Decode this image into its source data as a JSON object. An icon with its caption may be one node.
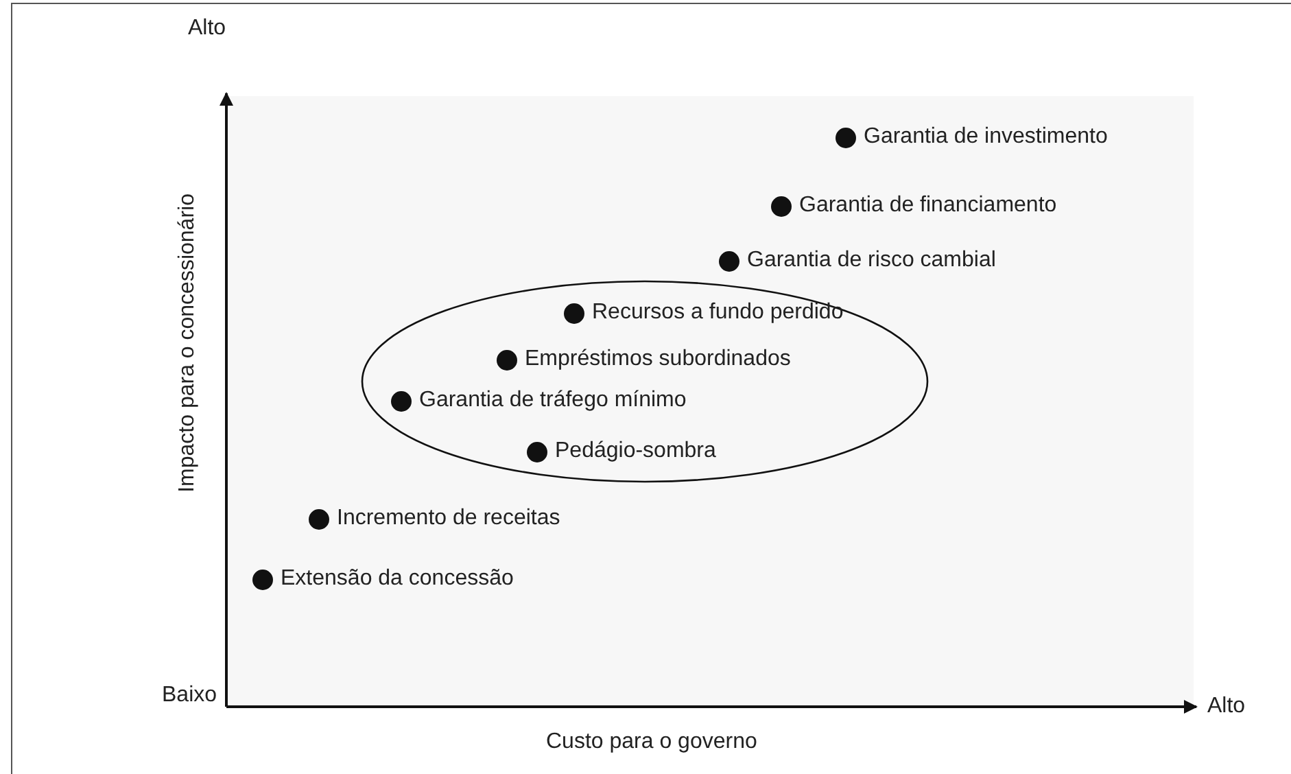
{
  "diagram": {
    "nodes": [
      {
        "text": [],
        "shape": "circle",
        "beside": [
          "Garantia de investimento"
        ]
      },
      {
        "text": [],
        "shape": "circle",
        "beside": [
          "Garantia de financiamento"
        ]
      },
      {
        "text": [],
        "shape": "circle",
        "beside": [
          "Garantia de risco cambial"
        ]
      },
      {
        "text": [],
        "shape": "ellipse"
      },
      {
        "text": [],
        "shape": "circle",
        "beside": [
          "Recursos a fundo perdido"
        ],
        "in": 3
      },
      {
        "text": [],
        "shape": "circle",
        "beside": [
          "Empréstimos subordinados"
        ],
        "in": 3
      },
      {
        "text": [],
        "shape": "circle",
        "beside": [
          "Garantia de tráfego mínimo"
        ],
        "in": 3
      },
      {
        "text": [],
        "shape": "circle",
        "beside": [
          "Pedágio-sombra"
        ],
        "in": 3
      },
      {
        "text": [],
        "shape": "circle",
        "beside": [
          "Incremento de receitas"
        ]
      },
      {
        "text": [],
        "shape": "circle",
        "beside": [
          "Extensão da concessão"
        ]
      }
    ],
    "labels": [
      "Alto",
      "Impacto para o concessionário",
      "Baixo",
      "Custo para o governo",
      "Alto"
    ]
  }
}
